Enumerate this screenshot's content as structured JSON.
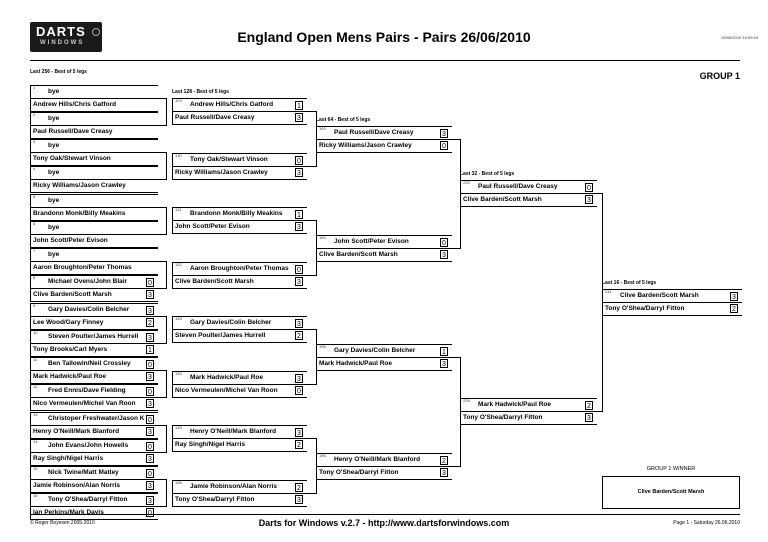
{
  "header": {
    "logo_line1": "DARTS",
    "logo_line2": "WINDOWS",
    "title": "England Open Mens Pairs - Pairs 26/06/2010",
    "timestamp": "26/06/2010 19:59:29"
  },
  "group_label": "GROUP 1",
  "round_labels": [
    "Last 256 - Best of 5 legs",
    "Last 128 - Best of 5 legs",
    "Last 64 - Best of 5 legs",
    "Last 32 - Best of 5 legs",
    "Last 16 - Best of 5 legs"
  ],
  "rounds": [
    [
      {
        "seed": "1",
        "p1": "bye",
        "p2": "Andrew Hills/Chris Gatford",
        "s1": "",
        "s2": ""
      },
      {
        "seed": "2",
        "p1": "bye",
        "p2": "Paul Russell/Dave Creasy",
        "s1": "",
        "s2": ""
      },
      {
        "seed": "3",
        "p1": "bye",
        "p2": "Tony Oak/Stewart Vinson",
        "s1": "",
        "s2": ""
      },
      {
        "seed": "4",
        "p1": "bye",
        "p2": "Ricky Williams/Jason Crawley",
        "s1": "",
        "s2": ""
      },
      {
        "seed": "5",
        "p1": "bye",
        "p2": "Brandonn Monk/Billy Meakins",
        "s1": "",
        "s2": ""
      },
      {
        "seed": "6",
        "p1": "bye",
        "p2": "John Scott/Peter Evison",
        "s1": "",
        "s2": ""
      },
      {
        "seed": "7",
        "p1": "bye",
        "p2": "Aaron Broughton/Peter Thomas",
        "s1": "",
        "s2": ""
      },
      {
        "seed": "8",
        "p1": "Michael Ovens/John Blair",
        "p2": "Clive Barden/Scott Marsh",
        "s1": "0",
        "s2": "3"
      },
      {
        "seed": "9",
        "p1": "Gary Davies/Colin Belcher",
        "p2": "Lee Wood/Gary Finney",
        "s1": "3",
        "s2": "2"
      },
      {
        "seed": "10",
        "p1": "Steven Poulter/James Hurrell",
        "p2": "Tony Brooks/Carl Myers",
        "s1": "3",
        "s2": "1"
      },
      {
        "seed": "11",
        "p1": "Ben Tallowin/Neil Crossley",
        "p2": "Mark Hadwick/Paul Roe",
        "s1": "0",
        "s2": "3"
      },
      {
        "seed": "12",
        "p1": "Fred Ennis/Dave Fielding",
        "p2": "Nico Vermeulen/Michel Van Roon",
        "s1": "0",
        "s2": "3"
      },
      {
        "seed": "13",
        "p1": "Christoper Freshwater/Jason Knibb",
        "p2": "Henry O'Neill/Mark Blanford",
        "s1": "0",
        "s2": "3"
      },
      {
        "seed": "14",
        "p1": "John Evans/John Howells",
        "p2": "Ray Singh/Nigel Harris",
        "s1": "0",
        "s2": "3"
      },
      {
        "seed": "15",
        "p1": "Nick Twine/Matt Matley",
        "p2": "Jamie Robinson/Alan Norris",
        "s1": "0",
        "s2": "3"
      },
      {
        "seed": "16",
        "p1": "Tony O'Shea/Darryl Fitton",
        "p2": "Ian Perkins/Mark Davis",
        "s1": "3",
        "s2": "0"
      }
    ],
    [
      {
        "seed": "129",
        "p1": "Andrew Hills/Chris Gatford",
        "p2": "Paul Russell/Dave Creasy",
        "s1": "1",
        "s2": "3"
      },
      {
        "seed": "130",
        "p1": "Tony Oak/Stewart Vinson",
        "p2": "Ricky Williams/Jason Crawley",
        "s1": "0",
        "s2": "3"
      },
      {
        "seed": "131",
        "p1": "Brandonn Monk/Billy Meakins",
        "p2": "John Scott/Peter Evison",
        "s1": "1",
        "s2": "3"
      },
      {
        "seed": "132",
        "p1": "Aaron Broughton/Peter Thomas",
        "p2": "Clive Barden/Scott Marsh",
        "s1": "0",
        "s2": "3"
      },
      {
        "seed": "133",
        "p1": "Gary Davies/Colin Belcher",
        "p2": "Steven Poulter/James Hurrell",
        "s1": "3",
        "s2": "2"
      },
      {
        "seed": "134",
        "p1": "Mark Hadwick/Paul Roe",
        "p2": "Nico Vermeulen/Michel Van Roon",
        "s1": "3",
        "s2": "0"
      },
      {
        "seed": "135",
        "p1": "Henry O'Neill/Mark Blanford",
        "p2": "Ray Singh/Nigel Harris",
        "s1": "3",
        "s2": "2"
      },
      {
        "seed": "136",
        "p1": "Jamie Robinson/Alan Norris",
        "p2": "Tony O'Shea/Darryl Fitton",
        "s1": "2",
        "s2": "3"
      }
    ],
    [
      {
        "seed": "193",
        "p1": "Paul Russell/Dave Creasy",
        "p2": "Ricky Williams/Jason Crawley",
        "s1": "3",
        "s2": "0"
      },
      {
        "seed": "194",
        "p1": "John Scott/Peter Evison",
        "p2": "Clive Barden/Scott Marsh",
        "s1": "0",
        "s2": "3"
      },
      {
        "seed": "195",
        "p1": "Gary Davies/Colin Belcher",
        "p2": "Mark Hadwick/Paul Roe",
        "s1": "1",
        "s2": "3"
      },
      {
        "seed": "196",
        "p1": "Henry O'Neill/Mark Blanford",
        "p2": "Tony O'Shea/Darryl Fitton",
        "s1": "2",
        "s2": "3"
      }
    ],
    [
      {
        "seed": "225",
        "p1": "Paul Russell/Dave Creasy",
        "p2": "Clive Barden/Scott Marsh",
        "s1": "0",
        "s2": "3"
      },
      {
        "seed": "226",
        "p1": "Mark Hadwick/Paul Roe",
        "p2": "Tony O'Shea/Darryl Fitton",
        "s1": "2",
        "s2": "3"
      }
    ],
    [
      {
        "seed": "241",
        "p1": "Clive Barden/Scott Marsh",
        "p2": "Tony O'Shea/Darryl Fitton",
        "s1": "3",
        "s2": "2"
      }
    ]
  ],
  "winner": {
    "label": "GROUP 1 WINNER",
    "name": "Clive Barden/Scott Marsh"
  },
  "footer": {
    "left": "© Roger Boyesen 2005-2010",
    "center": "Darts for Windows v.2.7 - http://www.dartsforwindows.com",
    "right": "Page 1 - Saturday 26.06.2010"
  }
}
